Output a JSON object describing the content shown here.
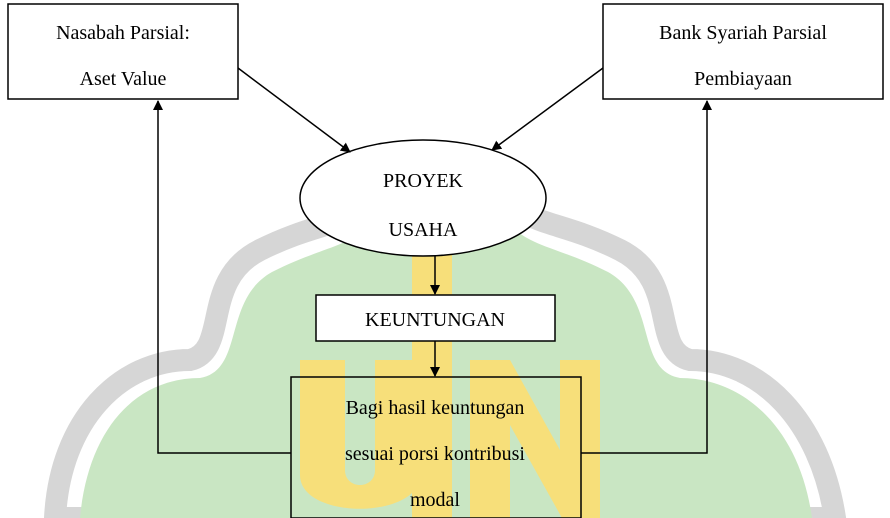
{
  "nodes": {
    "nasabah": {
      "line1": "Nasabah Parsial:",
      "line2": "Aset Value"
    },
    "bank": {
      "line1": "Bank Syariah Parsial",
      "line2": "Pembiayaan"
    },
    "proyek": {
      "line1": "PROYEK",
      "line2": "USAHA"
    },
    "keuntungan": {
      "label": "KEUNTUNGAN"
    },
    "bagi_hasil": {
      "line1": "Bagi hasil keuntungan",
      "line2": "sesuai porsi kontribusi",
      "line3": "modal"
    }
  },
  "colors": {
    "line": "#000000",
    "watermark_green": "#c9e6c3",
    "watermark_gray": "#d6d6d6",
    "watermark_yellow": "#f7df7a"
  }
}
